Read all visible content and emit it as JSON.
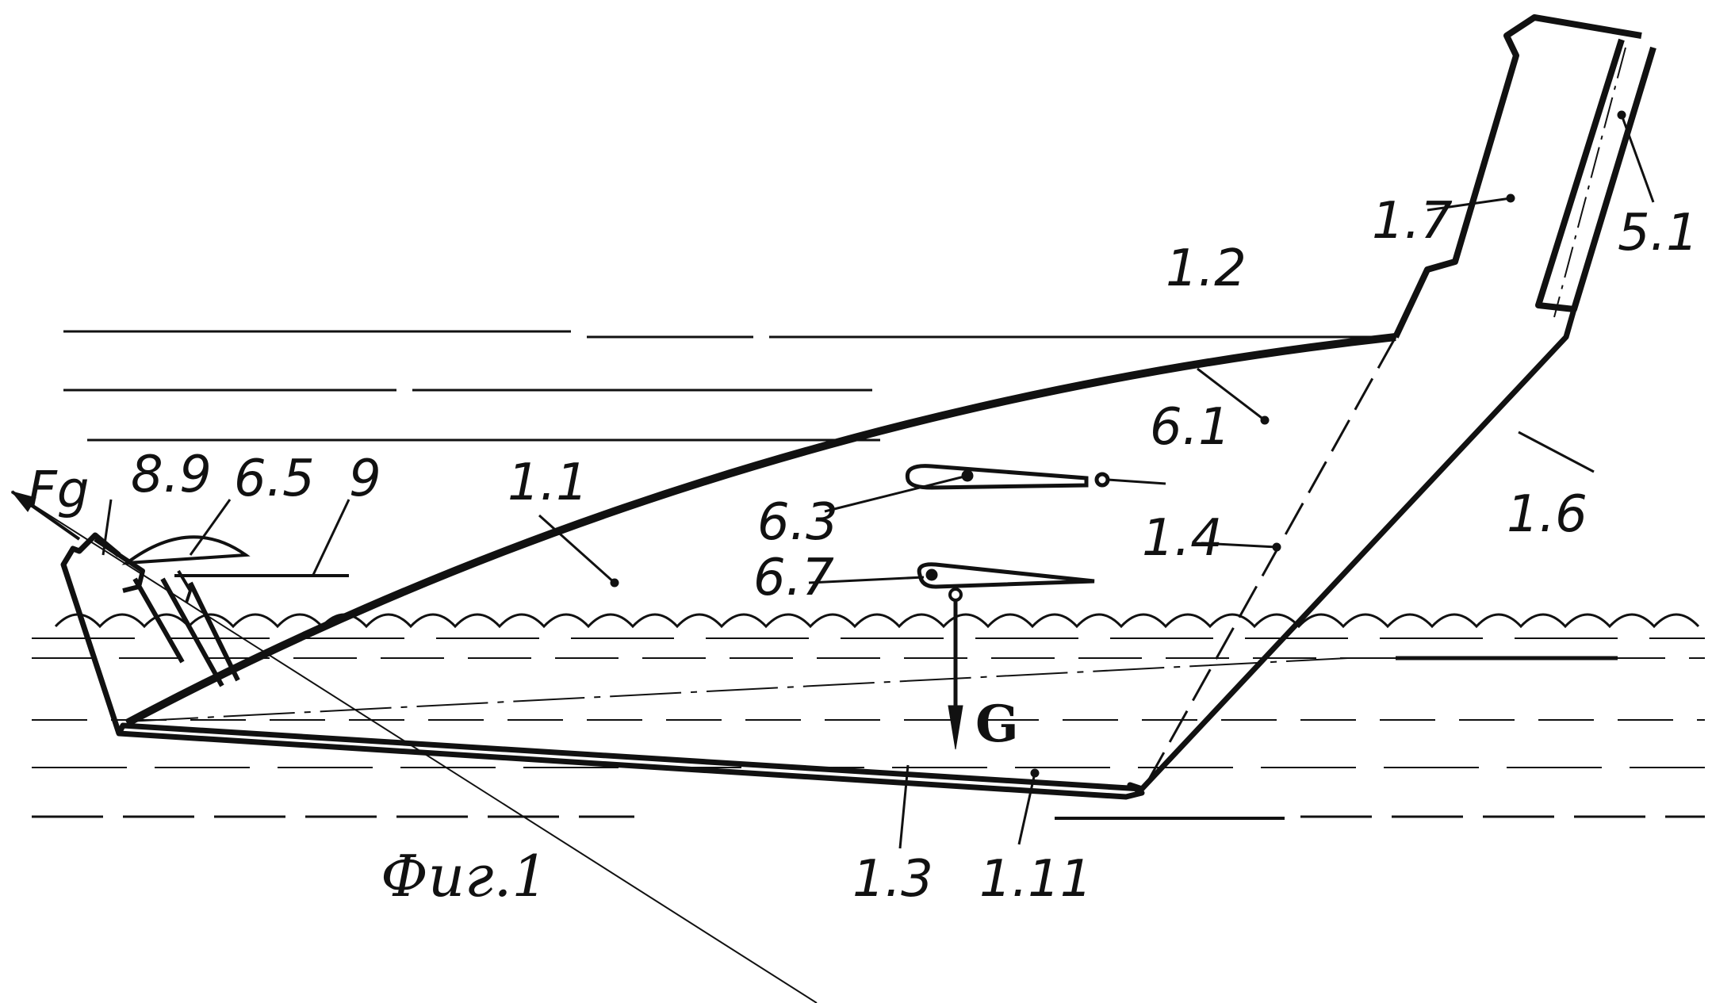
{
  "labels": {
    "fg": "Fg",
    "n8_9": "8.9",
    "n6_5": "6.5",
    "n9": "9",
    "n1_1": "1.1",
    "n6_3": "6.3",
    "n6_7": "6.7",
    "n6_1": "6.1",
    "n1_2": "1.2",
    "n1_4": "1.4",
    "n1_7": "1.7",
    "n5_1": "5.1",
    "n1_6": "1.6",
    "g": "G",
    "n1_3": "1.3",
    "n1_11": "1.11",
    "caption": "Фиг.1"
  },
  "colors": {
    "ink": "#111111",
    "paper": "#ffffff"
  }
}
